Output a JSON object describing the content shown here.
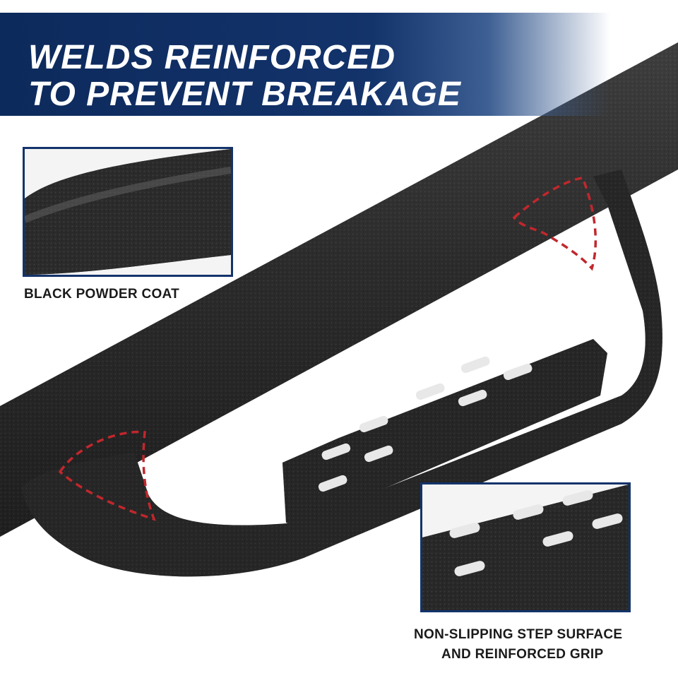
{
  "banner": {
    "line1": "WELDS REINFORCED",
    "line2": "TO PREVENT BREAKAGE"
  },
  "insets": {
    "coat_caption": "BLACK POWDER COAT",
    "grip_caption_line1": "NON-SLIPPING STEP SURFACE",
    "grip_caption_line2": "AND REINFORCED GRIP"
  },
  "colors": {
    "banner_blue": "#13336b",
    "weld_marker": "#c0272d",
    "powder_coat": "#2a2a2a"
  }
}
